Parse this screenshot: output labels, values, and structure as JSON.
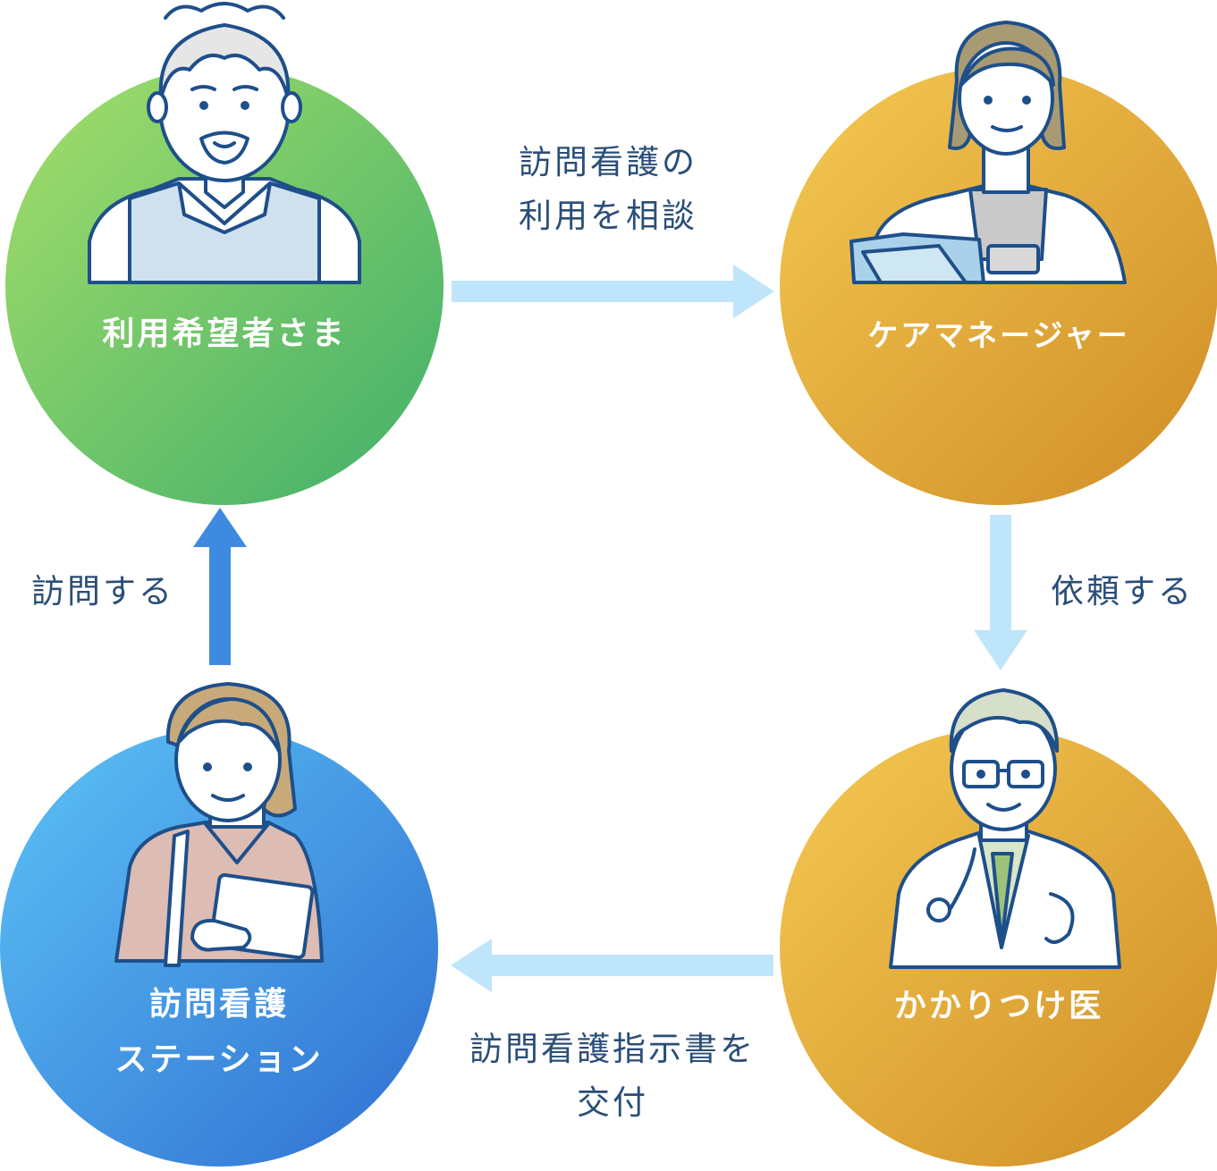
{
  "nodes": {
    "user": {
      "label": "利用希望者さま",
      "gradient": [
        "#a6df6a",
        "#3fae6a"
      ]
    },
    "care_manager": {
      "label": "ケアマネージャー",
      "gradient": [
        "#f5c952",
        "#cf8d26"
      ]
    },
    "doctor": {
      "label": "かかりつけ医",
      "gradient": [
        "#f5c952",
        "#cf8d26"
      ]
    },
    "station": {
      "line1": "訪問看護",
      "line2": "ステーション",
      "gradient": [
        "#5cc3f6",
        "#2f6ed1"
      ]
    }
  },
  "edges": {
    "consult": {
      "line1": "訪問看護の",
      "line2": "利用を相談",
      "color": "#bfe5fb"
    },
    "request": {
      "label": "依頼する",
      "color": "#bfe5fb"
    },
    "issue": {
      "line1": "訪問看護指示書を",
      "line2": "交付",
      "color": "#bfe5fb"
    },
    "visit": {
      "label": "訪問する",
      "color": "#3d8ae0"
    }
  },
  "colors": {
    "text": "#2a4e78",
    "outline": "#1e4f8a"
  },
  "icons": [
    "elderly-man-icon",
    "care-manager-icon",
    "doctor-icon",
    "nurse-icon"
  ]
}
